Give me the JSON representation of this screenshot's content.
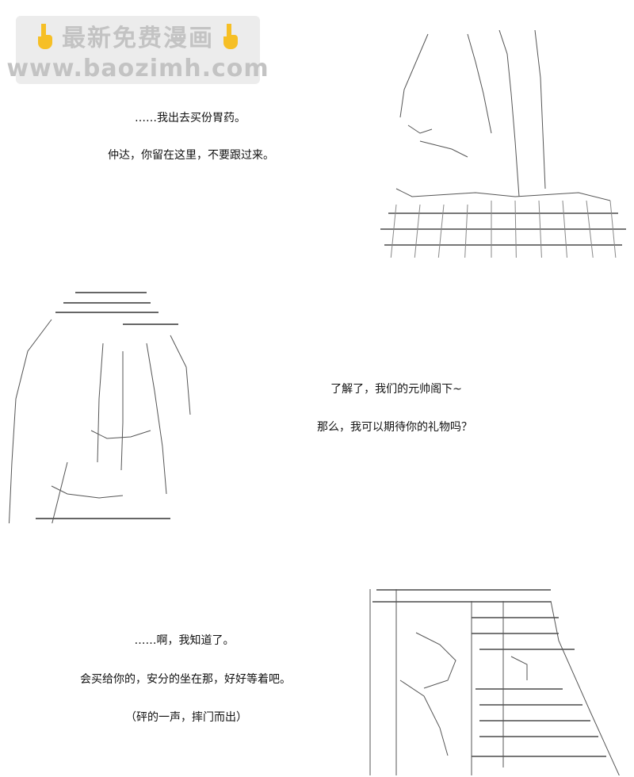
{
  "watermark": {
    "text_cn": "最新免费漫画",
    "text_url": "www.baozimh.com",
    "icon_left": "pointing-down-hand-icon",
    "icon_right": "pointing-down-hand-icon"
  },
  "panel1": {
    "line1": "……我出去买份胃药。",
    "line2": "仲达，你留在这里，不要跟过来。"
  },
  "panel2": {
    "line1": "了解了，我们的元帅阁下~",
    "line2": "那么，我可以期待你的礼物吗？"
  },
  "panel3": {
    "line1": "……啊，我知道了。",
    "line2": "会买给你的，安分的坐在那，好好等着吧。",
    "line3": "（砰的一声，摔门而出）"
  }
}
